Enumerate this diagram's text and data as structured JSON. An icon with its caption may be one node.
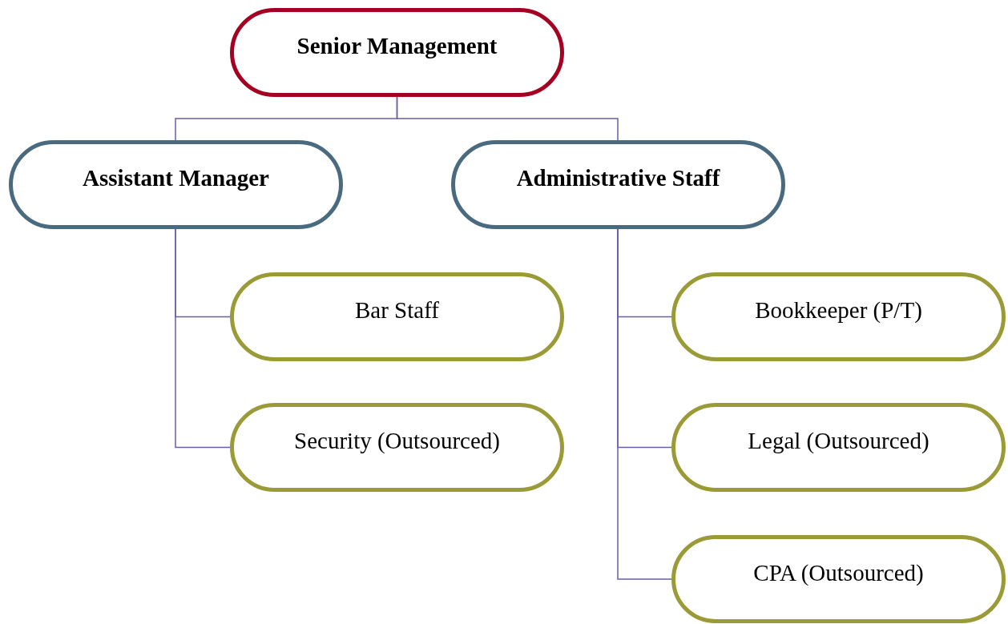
{
  "diagram": {
    "nodes": [
      {
        "text": [
          "Senior Management"
        ]
      },
      {
        "text": [
          "Assistant Manager"
        ]
      },
      {
        "text": [
          "Administrative Staff"
        ]
      },
      {
        "text": [
          "Bar Staff"
        ]
      },
      {
        "text": [
          "Security (Outsourced)"
        ]
      },
      {
        "text": [
          "Bookkeeper (P/T)"
        ]
      },
      {
        "text": [
          "Legal (Outsourced)"
        ]
      },
      {
        "text": [
          "CPA (Outsourced)"
        ]
      }
    ],
    "edges": [
      {
        "from": 0,
        "to": 1,
        "arrow": "none"
      },
      {
        "from": 0,
        "to": 2,
        "arrow": "none"
      },
      {
        "from": 1,
        "to": 3,
        "arrow": "none"
      },
      {
        "from": 1,
        "to": 4,
        "arrow": "none"
      },
      {
        "from": 2,
        "to": 5,
        "arrow": "none"
      },
      {
        "from": 2,
        "to": 6,
        "arrow": "none"
      },
      {
        "from": 2,
        "to": 7,
        "arrow": "none"
      }
    ]
  }
}
